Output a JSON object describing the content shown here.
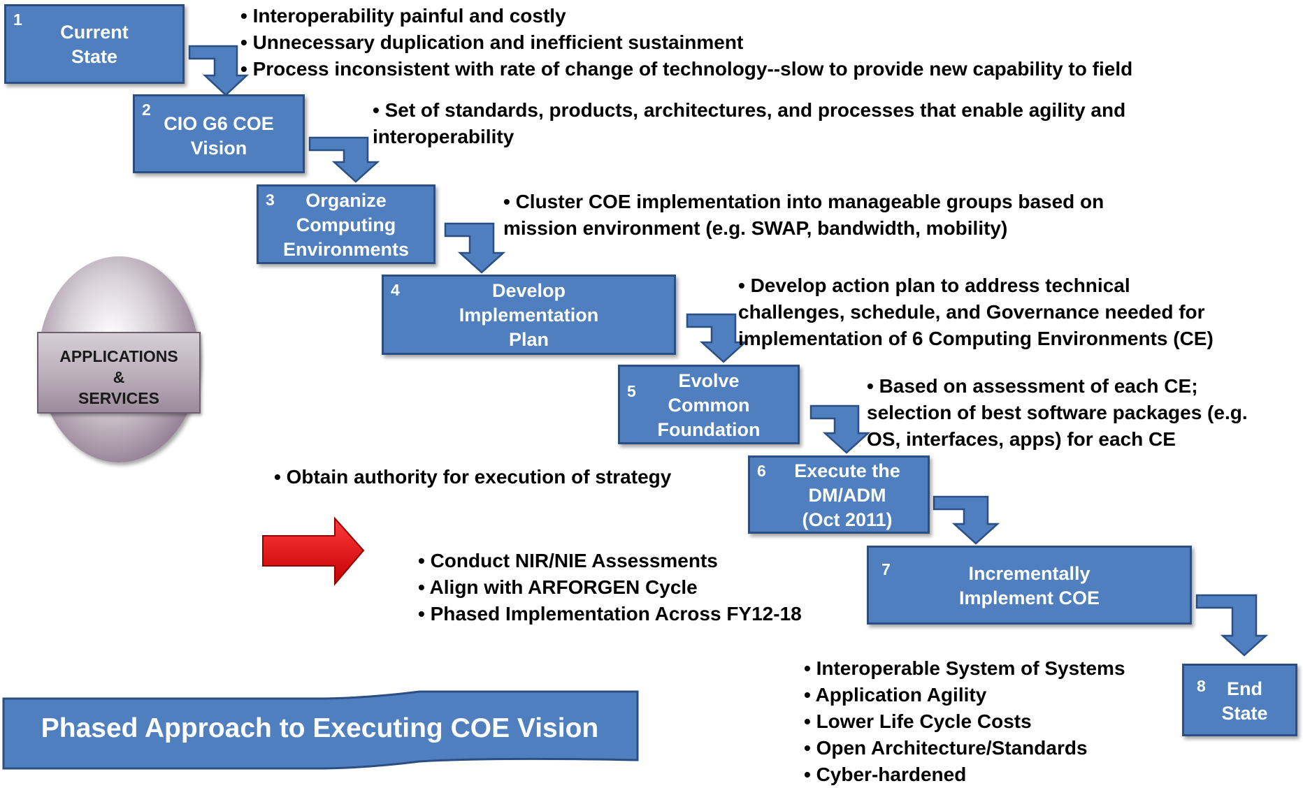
{
  "steps": [
    {
      "num": "1",
      "lines": [
        "Current",
        "State"
      ]
    },
    {
      "num": "2",
      "lines": [
        "CIO G6 COE",
        "Vision"
      ]
    },
    {
      "num": "3",
      "lines": [
        "Organize",
        "Computing",
        "Environments"
      ]
    },
    {
      "num": "4",
      "lines": [
        "Develop",
        "Implementation",
        "Plan"
      ]
    },
    {
      "num": "5",
      "lines": [
        "Evolve",
        "Common",
        "Foundation"
      ]
    },
    {
      "num": "6",
      "lines": [
        "Execute the",
        "DM/ADM",
        "(Oct 2011)"
      ]
    },
    {
      "num": "7",
      "lines": [
        "Incrementally",
        "Implement  COE"
      ]
    },
    {
      "num": "8",
      "lines": [
        "End",
        "State"
      ]
    }
  ],
  "bullets": {
    "current_state": [
      "• Interoperability painful and costly",
      "• Unnecessary duplication and inefficient sustainment",
      "• Process inconsistent with rate of change of technology--slow to provide new capability to field"
    ],
    "vision": "• Set of standards, products, architectures, and processes that enable agility and interoperability",
    "organize": [
      "• Cluster COE implementation into manageable groups based on",
      "mission environment (e.g.  SWAP, bandwidth, mobility)"
    ],
    "develop": [
      "• Develop action plan to address technical",
      "challenges, schedule, and Governance needed for",
      "implementation of 6 Computing Environments (CE)"
    ],
    "evolve": [
      "• Based on assessment of each CE;",
      "selection of best software packages (e.g.",
      "OS, interfaces, apps)  for each CE"
    ],
    "execute": "•  Obtain authority for execution of strategy",
    "implement": [
      "• Conduct NIR/NIE Assessments",
      "• Align with ARFORGEN Cycle",
      "• Phased Implementation Across FY12-18"
    ],
    "end_state": [
      "• Interoperable System of Systems",
      "• Application Agility",
      "• Lower Life Cycle Costs",
      "• Open Architecture/Standards",
      "• Cyber-hardened"
    ]
  },
  "circle": {
    "lines": [
      "APPLICATIONS",
      "&",
      "SERVICES"
    ]
  },
  "banner": {
    "title": "Phased Approach to Executing COE Vision"
  },
  "colors": {
    "box_fill": "#4f7fbf",
    "box_border": "#2b4f82",
    "arrow_red": "#e8141a"
  }
}
